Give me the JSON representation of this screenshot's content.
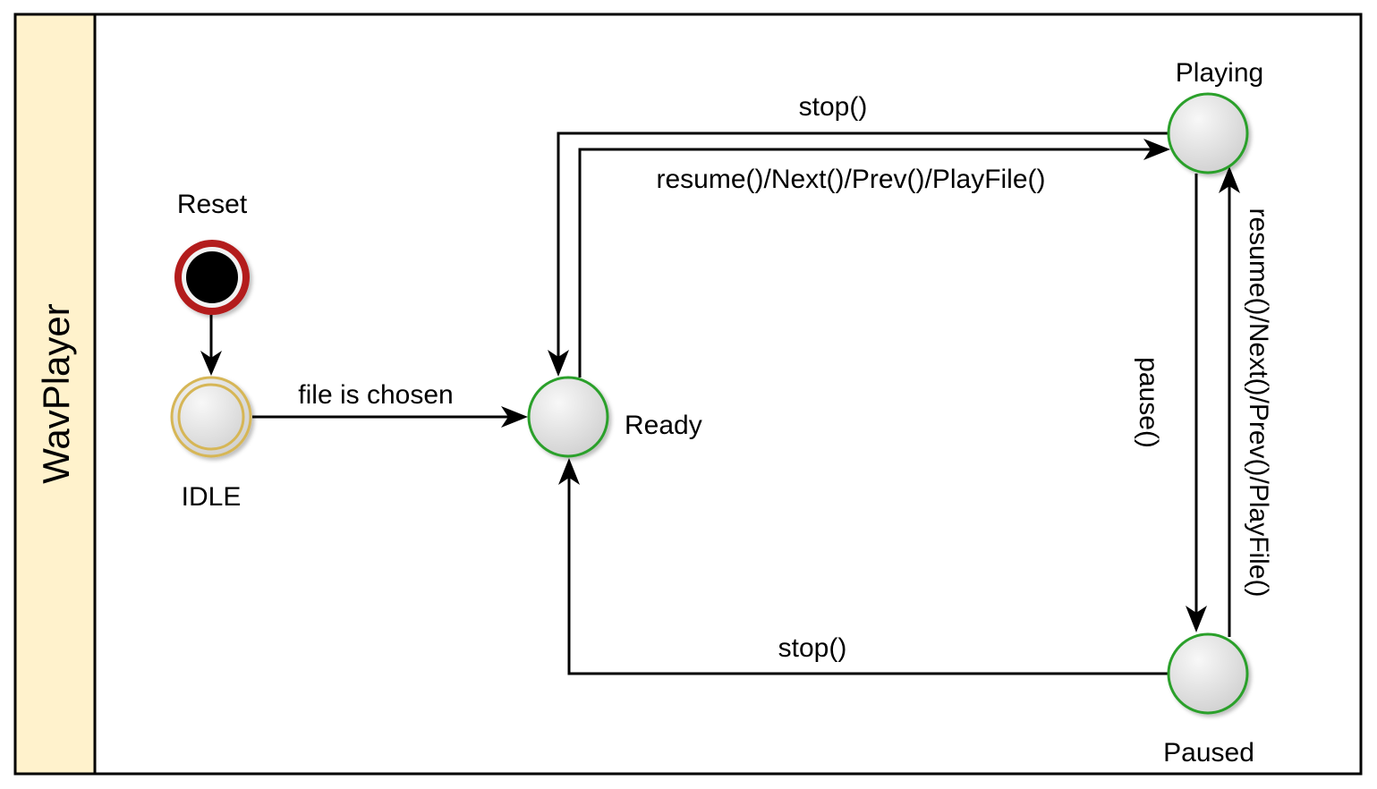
{
  "swimlane": {
    "title": "WavPlayer"
  },
  "states": {
    "reset": {
      "label": "Reset"
    },
    "idle": {
      "label": "IDLE"
    },
    "ready": {
      "label": "Ready"
    },
    "playing": {
      "label": "Playing"
    },
    "paused": {
      "label": "Paused"
    }
  },
  "transitions": {
    "idle_to_ready": "file is chosen",
    "playing_to_ready": "stop()",
    "ready_to_playing": "resume()/Next()/Prev()/PlayFile()",
    "playing_to_paused": "pause()",
    "paused_to_playing": "resume()/Next()/Prev()/PlayFile()",
    "paused_to_ready": "stop()"
  },
  "colors": {
    "lane_header_fill": "#fff2cc",
    "reset_ring": "#b31b1b",
    "idle_ring": "#d6b656",
    "state_ring": "#2ca02c",
    "node_fill_light": "#f7f7f7",
    "node_fill_dark": "#d2d2d2"
  }
}
